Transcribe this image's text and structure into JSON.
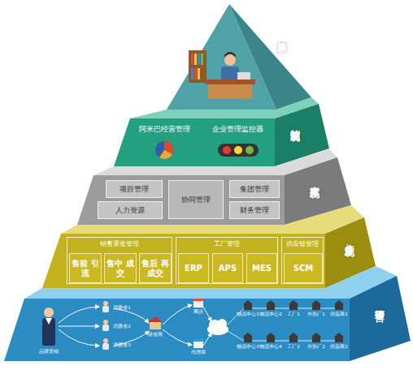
{
  "diagram": {
    "nodes": [
      {
        "text": [
          "决策系统"
        ]
      },
      {
        "text": [
          "控制系统"
        ]
      },
      {
        "text": [
          "阿米巴经营管理"
        ],
        "in": 1
      },
      {
        "text": [
          "企业管理监控器"
        ],
        "in": 1
      },
      {
        "text": [
          "支撑系统"
        ]
      },
      {
        "text": [
          "项目管理"
        ],
        "in": 4
      },
      {
        "text": [
          "协同管理"
        ],
        "in": 4
      },
      {
        "text": [
          "集团管理"
        ],
        "in": 4
      },
      {
        "text": [
          "人力资源"
        ],
        "in": 4
      },
      {
        "text": [
          "财务管理"
        ],
        "in": 4
      },
      {
        "text": [
          "作业系统"
        ]
      },
      {
        "text": [
          "销售渠道管理"
        ],
        "in": 10
      },
      {
        "text": [
          "售前 引流"
        ],
        "in": 11
      },
      {
        "text": [
          "售中 成交"
        ],
        "in": 11
      },
      {
        "text": [
          "售后 再成交"
        ],
        "in": 11
      },
      {
        "text": [
          "工厂管理"
        ],
        "in": 10
      },
      {
        "text": [
          "ERP"
        ],
        "in": 15
      },
      {
        "text": [
          "APS"
        ],
        "in": 15
      },
      {
        "text": [
          "MES"
        ],
        "in": 15
      },
      {
        "text": [
          "供应链管理"
        ],
        "in": 10
      },
      {
        "text": [
          "SCM"
        ],
        "in": 19
      },
      {
        "text": [
          "管理平台"
        ]
      }
    ],
    "labels": [
      "品牌营销",
      "消费者1",
      "消费者2",
      "消费者3",
      "渠道商",
      "网店",
      "代理商",
      "物流中心1",
      "物流中心2",
      "工厂1",
      "外协厂1",
      "供应商1",
      "物流中心3",
      "物流中心4",
      "工厂2",
      "外协厂2",
      "供应商2"
    ]
  }
}
